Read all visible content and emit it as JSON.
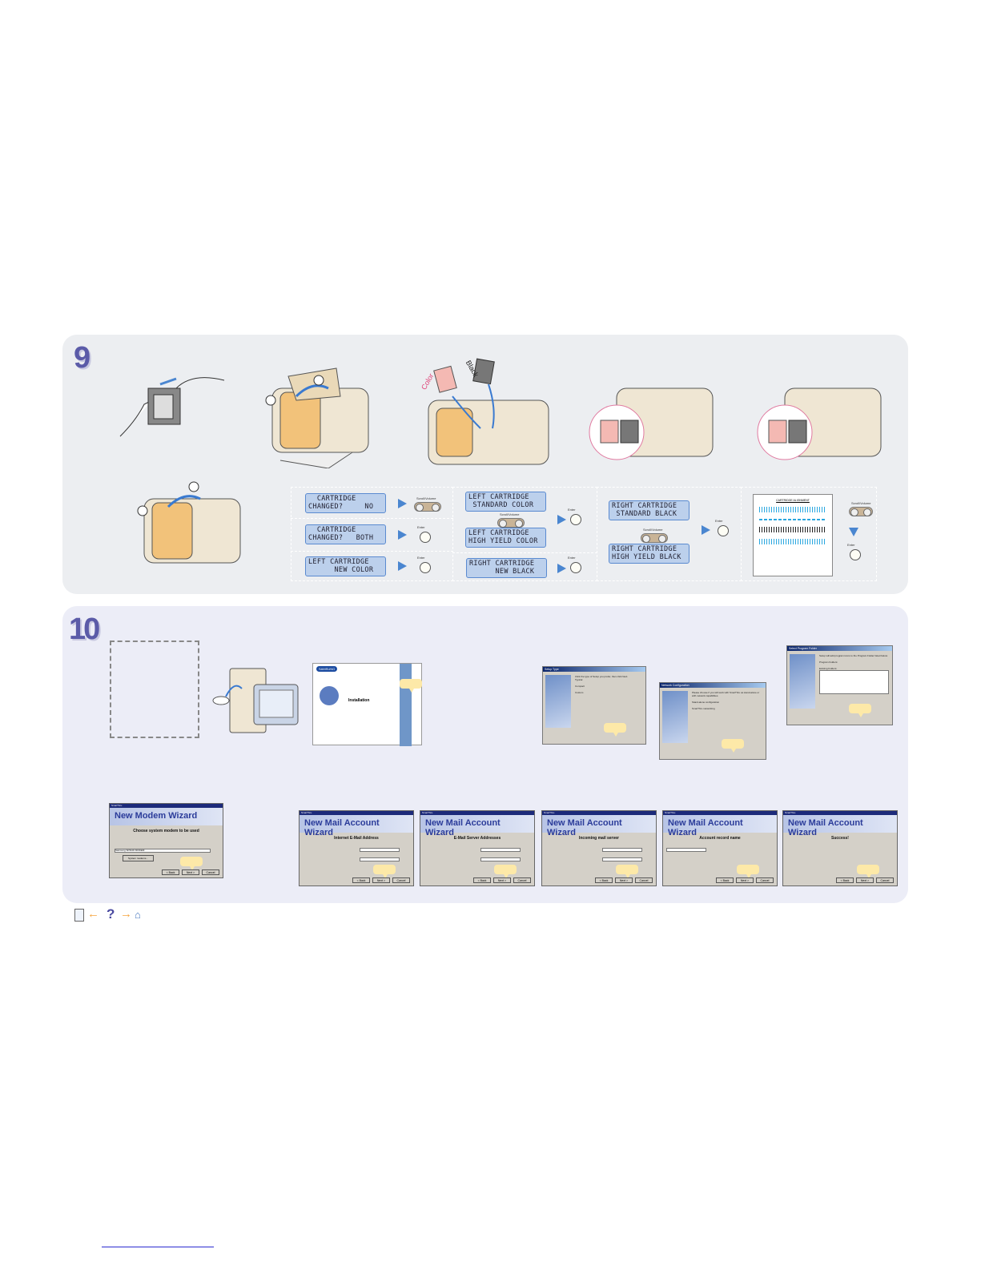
{
  "step9": {
    "number": "9",
    "cartridge_labels": {
      "color": "Color",
      "black": "Black"
    },
    "lcd": [
      {
        "line1": "  CARTRIDGE",
        "line2": "CHANGED?     NO"
      },
      {
        "line1": "  CARTRIDGE",
        "line2": "CHANGED?   BOTH"
      },
      {
        "line1": "LEFT CARTRIDGE",
        "line2": "      NEW COLOR"
      },
      {
        "line1": "LEFT CARTRIDGE",
        "line2": " STANDARD COLOR"
      },
      {
        "line1": "LEFT CARTRIDGE",
        "line2": "HIGH YIELD COLOR"
      },
      {
        "line1": "RIGHT CARTRIDGE",
        "line2": "      NEW BLACK"
      },
      {
        "line1": "RIGHT CARTRIDGE",
        "line2": " STANDARD BLACK"
      },
      {
        "line1": "RIGHT CARTRIDGE",
        "line2": "HIGH YIELD BLACK"
      }
    ],
    "buttons": {
      "scroll": "Scroll/Volume",
      "enter": "Enter"
    },
    "alignment_sheet_title": "CARTRIDGE ALIGNMENT"
  },
  "step10": {
    "number": "10",
    "installer": {
      "title": "Installation",
      "brand": "SAMSUNG"
    },
    "setup_dialogs": [
      {
        "title": "Setup Type",
        "text": "Click the type of Setup you prefer, then click Next.",
        "options": [
          "Typical",
          "Compact",
          "Custom"
        ]
      },
      {
        "title": "Network Configuration",
        "text": "Please choose if you will work with SmarThru as stand-alone or with network capabilities.",
        "options": [
          "Stand-alone configuration",
          "SmarThru networking"
        ]
      },
      {
        "title": "Select Program Folder",
        "text": "Setup will add program icons to the Program Folder listed below.",
        "options": [
          "Program Folders:",
          "Existing Folders:"
        ]
      }
    ],
    "modem_wizard": {
      "window": "SmarThru",
      "title": "New Modem Wizard",
      "subtitle": "Choose system modem to be used",
      "field": "Samsung SF5100 MODEM",
      "extra_button": "System modems..."
    },
    "mail_wizards": [
      {
        "window": "SmarThru",
        "title": "New Mail Account Wizard",
        "subtitle": "Internet E-Mail Address"
      },
      {
        "window": "SmarThru",
        "title": "New Mail Account Wizard",
        "subtitle": "E-Mail Server Addresses"
      },
      {
        "window": "SmarThru",
        "title": "New Mail Account Wizard",
        "subtitle": "Incoming mail server"
      },
      {
        "window": "SmarThru",
        "title": "New Mail Account Wizard",
        "subtitle": "Account record name"
      },
      {
        "window": "SmarThru",
        "title": "New Mail Account Wizard",
        "subtitle": "Success!"
      }
    ],
    "dialog_buttons": {
      "back": "< Back",
      "next": "Next >",
      "cancel": "Cancel"
    }
  },
  "nav": {
    "help": "?"
  },
  "colors": {
    "accent": "#5b5ba8",
    "lcd": "#bcd0ec",
    "arrow": "#4a86d0",
    "bubble": "#fde9a8",
    "nav_arrow": "#f5a640"
  }
}
